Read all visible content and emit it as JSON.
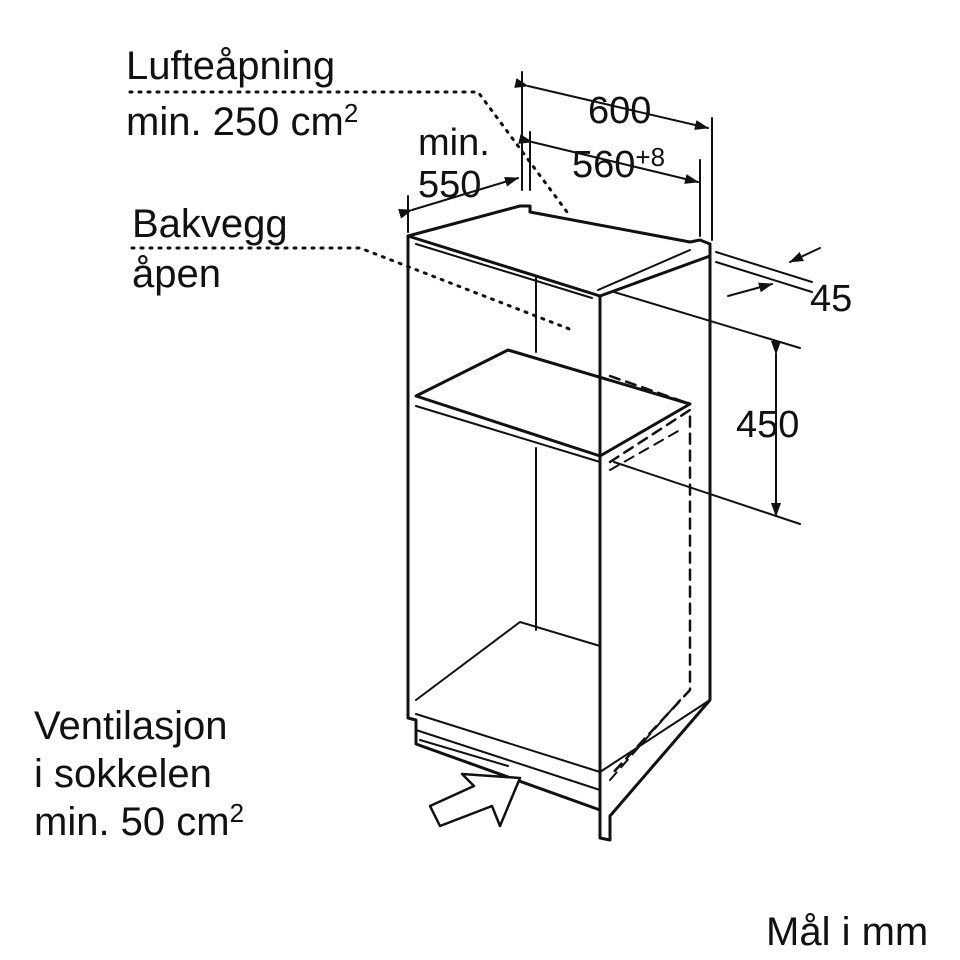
{
  "labels": {
    "air_opening_title": "Lufteåpning",
    "air_opening_value": "min. 250 cm",
    "air_opening_sup": "2",
    "backwall_line1": "Bakvegg",
    "backwall_line2": "åpen",
    "ventilation_line1": "Ventilasjon",
    "ventilation_line2": "i sokkelen",
    "ventilation_line3": "min. 50 cm",
    "ventilation_sup": "2",
    "units_note": "Mål i mm"
  },
  "dimensions": {
    "width_total": "600",
    "width_inner": "560",
    "width_inner_tol": "+8",
    "depth_min_label": "min.",
    "depth_min_value": "550",
    "gap": "45",
    "height_niche": "450"
  },
  "colors": {
    "line": "#111111",
    "background": "#ffffff"
  }
}
